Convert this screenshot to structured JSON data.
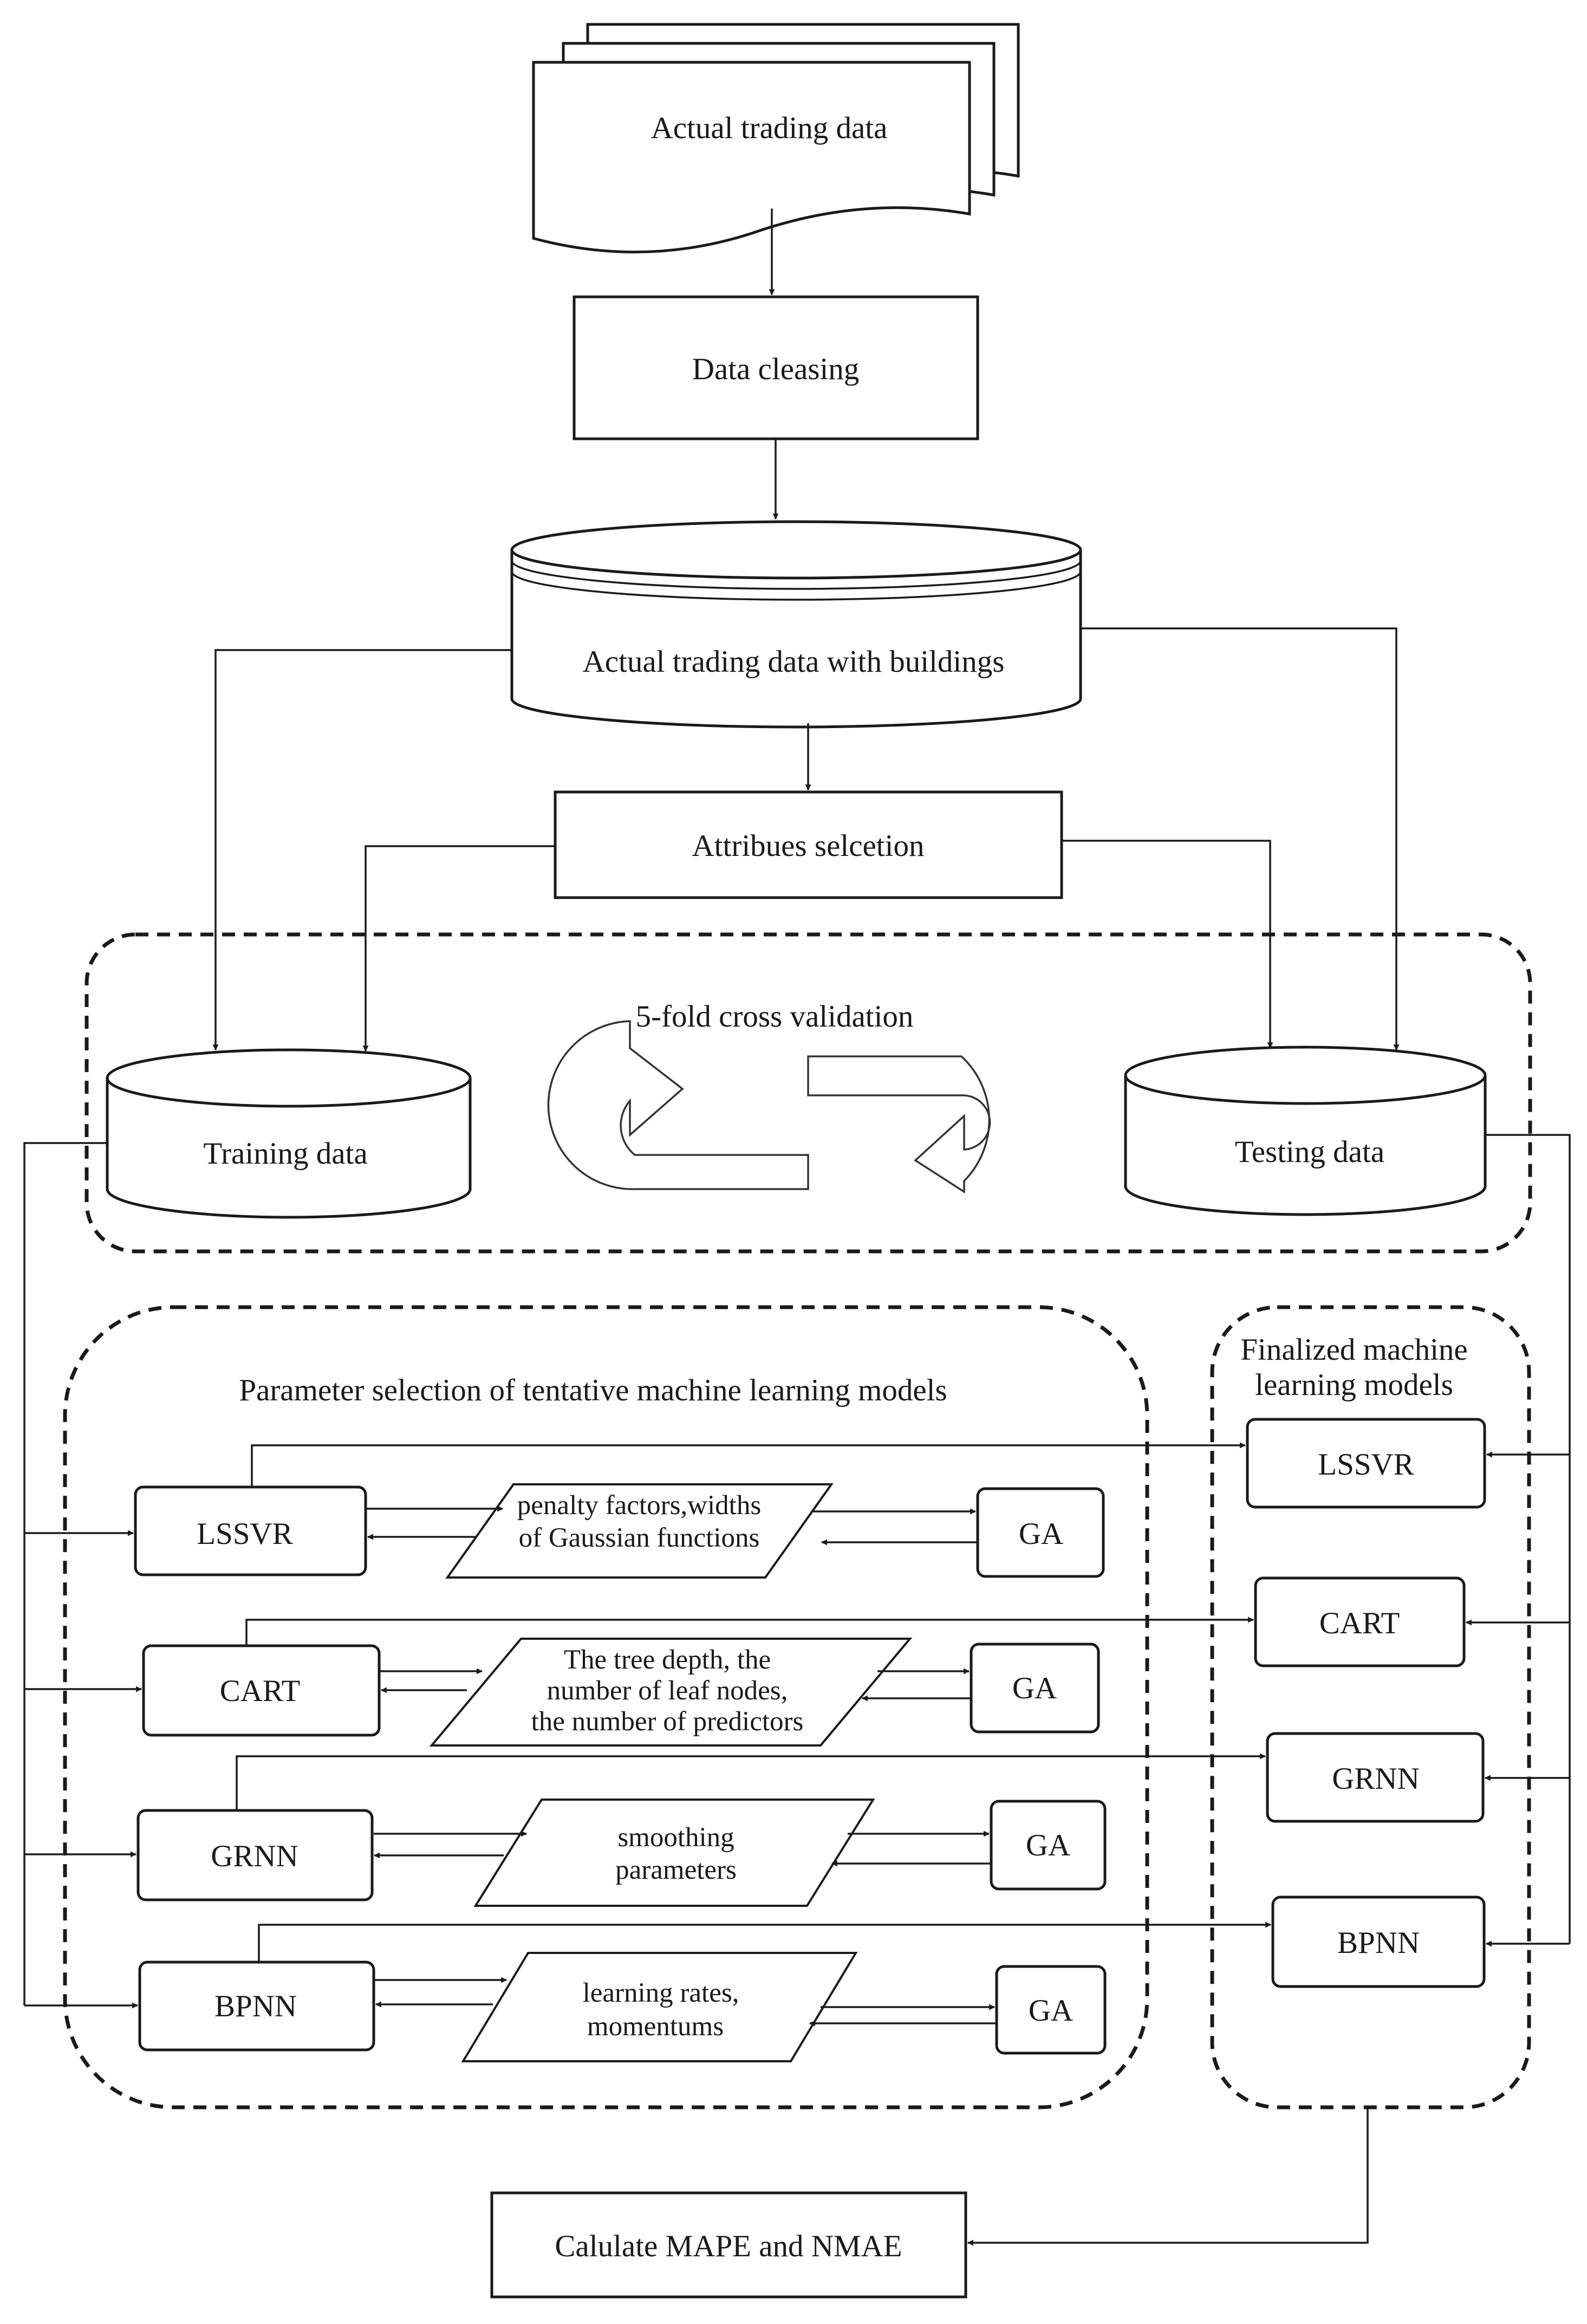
{
  "diagram": {
    "nodes": {
      "actual_trading": "Actual trading data",
      "data_cleasing": "Data cleasing",
      "trading_with_buildings": "Actual trading data with buildings",
      "attributes_selection": "Attribues selcetion",
      "training_data": "Training data",
      "testing_data": "Testing data",
      "cross_validation": "5-fold cross validation",
      "parameter_selection_title": "Parameter selection of tentative machine learning models",
      "finalized_title_line1": "Finalized machine",
      "finalized_title_line2": "learning models",
      "calculate": "Calulate MAPE and NMAE"
    },
    "tentative_models": [
      {
        "name": "LSSVR",
        "param_lines": [
          "penalty factors,widths",
          "of Gaussian functions"
        ],
        "optimizer": "GA"
      },
      {
        "name": "CART",
        "param_lines": [
          "The tree depth, the",
          "number of leaf nodes,",
          "the number of predictors"
        ],
        "optimizer": "GA"
      },
      {
        "name": "GRNN",
        "param_lines": [
          "smoothing",
          "parameters"
        ],
        "optimizer": "GA"
      },
      {
        "name": "BPNN",
        "param_lines": [
          "learning rates,",
          "momentums"
        ],
        "optimizer": "GA"
      }
    ],
    "final_models": [
      "LSSVR",
      "CART",
      "GRNN",
      "BPNN"
    ]
  }
}
